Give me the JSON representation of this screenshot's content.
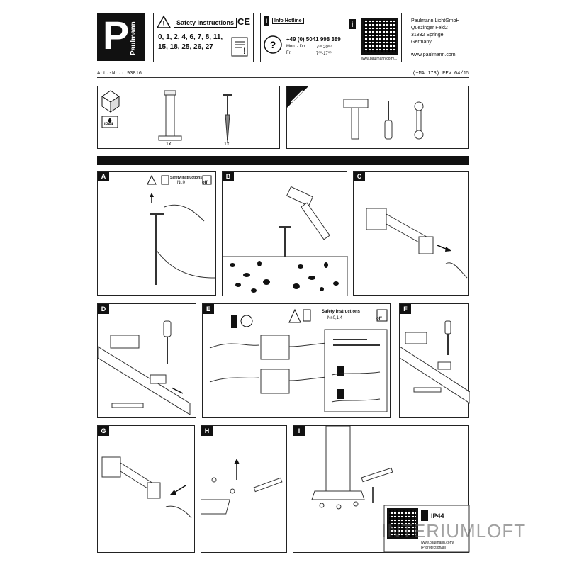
{
  "brand": {
    "logo_letter": "P",
    "logo_word": "Paulmann"
  },
  "safety": {
    "title": "Safety Instructions",
    "ce_mark": "CE",
    "numbers_line1": "0, 1, 2, 4, 6, 7, 8, 11,",
    "numbers_line2": "15, 18, 25, 26, 27"
  },
  "hotline": {
    "title": "Info Hotline",
    "phone": "+49 (0) 5041 998 389",
    "days1": "Mon. - Do.",
    "hours1": "7⁰⁰-20⁰⁰",
    "days2": "Fr.",
    "hours2": "7⁰⁰-17⁰⁰",
    "url": "www.paulmann.com/..."
  },
  "company": {
    "name": "Paulmann LichtGmbH",
    "street": "Quezinger Feld2",
    "city": "31832 Springe",
    "country": "Germany",
    "web": "www.paulmann.com"
  },
  "meta": {
    "article": "Art.-Nr.: 93816",
    "revision": "(+MA 173) PEV 04/15"
  },
  "contents": {
    "ip_rating": "IP44",
    "qty1": "1x",
    "qty2": "1x"
  },
  "steps": {
    "a": {
      "label": "A",
      "safety_title": "Safety Instructions",
      "safety_nr": "Nr.0",
      "off": "off"
    },
    "b": {
      "label": "B"
    },
    "c": {
      "label": "C"
    },
    "d": {
      "label": "D"
    },
    "e": {
      "label": "E",
      "safety_title": "Safety Instructions",
      "safety_nr": "Nr.0,1,4",
      "off": "off"
    },
    "f": {
      "label": "F"
    },
    "g": {
      "label": "G"
    },
    "h": {
      "label": "H"
    },
    "i": {
      "label": "I",
      "ip_rating": "IP44",
      "url1": "www.paulmann.com/",
      "url2": "IP-protection/all"
    }
  },
  "watermark": "INTERIUMLOFT"
}
